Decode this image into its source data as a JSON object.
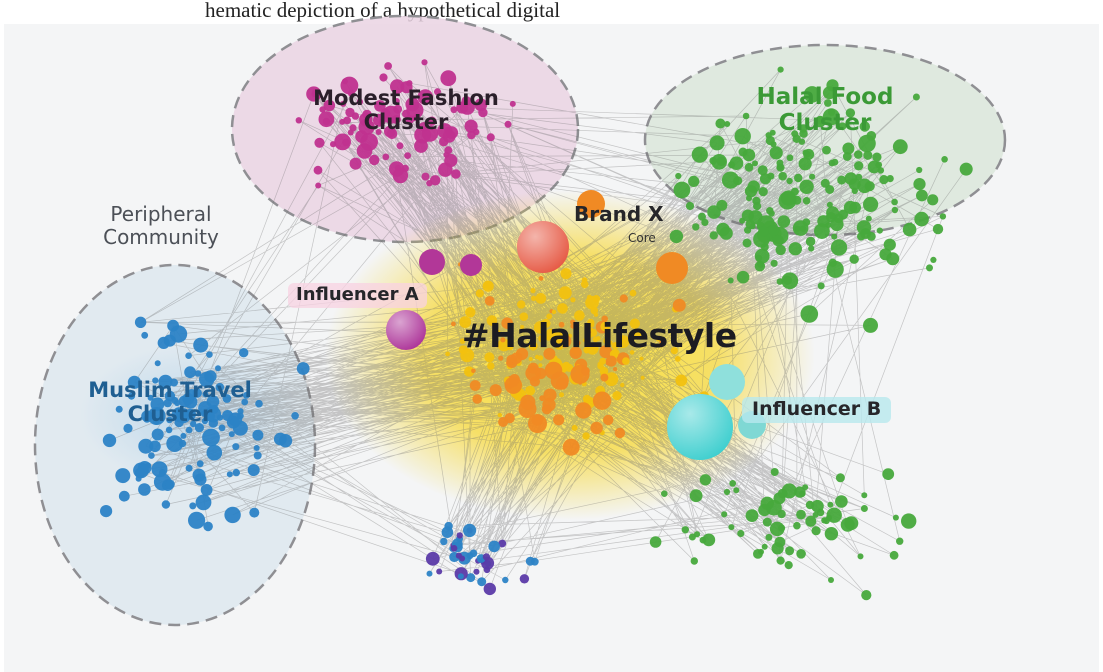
{
  "header": {
    "text": "hematic depiction of a hypothetical digital"
  },
  "network": {
    "hub": {
      "label": "#HalalLifestyle",
      "color": "#f4d419"
    },
    "clusters": [
      {
        "id": "modest-fashion",
        "label": "Modest Fashion\nCluster",
        "color": "#c0318f",
        "ellipse_fill": "#ead3e3"
      },
      {
        "id": "halal-food",
        "label": "Halal Food\nCluster",
        "color": "#47a93c",
        "ellipse_fill": "#dbe6da"
      },
      {
        "id": "muslim-travel",
        "label": "Muslim Travel\nCluster",
        "color": "#2c83c6",
        "ellipse_fill": "#d7e4ee"
      },
      {
        "id": "peripheral",
        "label": "Peripheral\nCommunity",
        "color": "#5b3aa8"
      }
    ],
    "key_nodes": [
      {
        "id": "brand-x",
        "label": "Brand X",
        "sublabel": "Core",
        "color": "#e65a45"
      },
      {
        "id": "influencer-a",
        "label": "Influencer A",
        "color": "#ad3599"
      },
      {
        "id": "influencer-b",
        "label": "Influencer B",
        "color": "#3fcfcf"
      }
    ],
    "colors": {
      "hub_core": "#f2c10f",
      "hub_nodes_orange": "#f08a24",
      "edges": "#6b6b6b",
      "background": "#f4f5f6",
      "dashed_border": "#8f8f93"
    }
  }
}
